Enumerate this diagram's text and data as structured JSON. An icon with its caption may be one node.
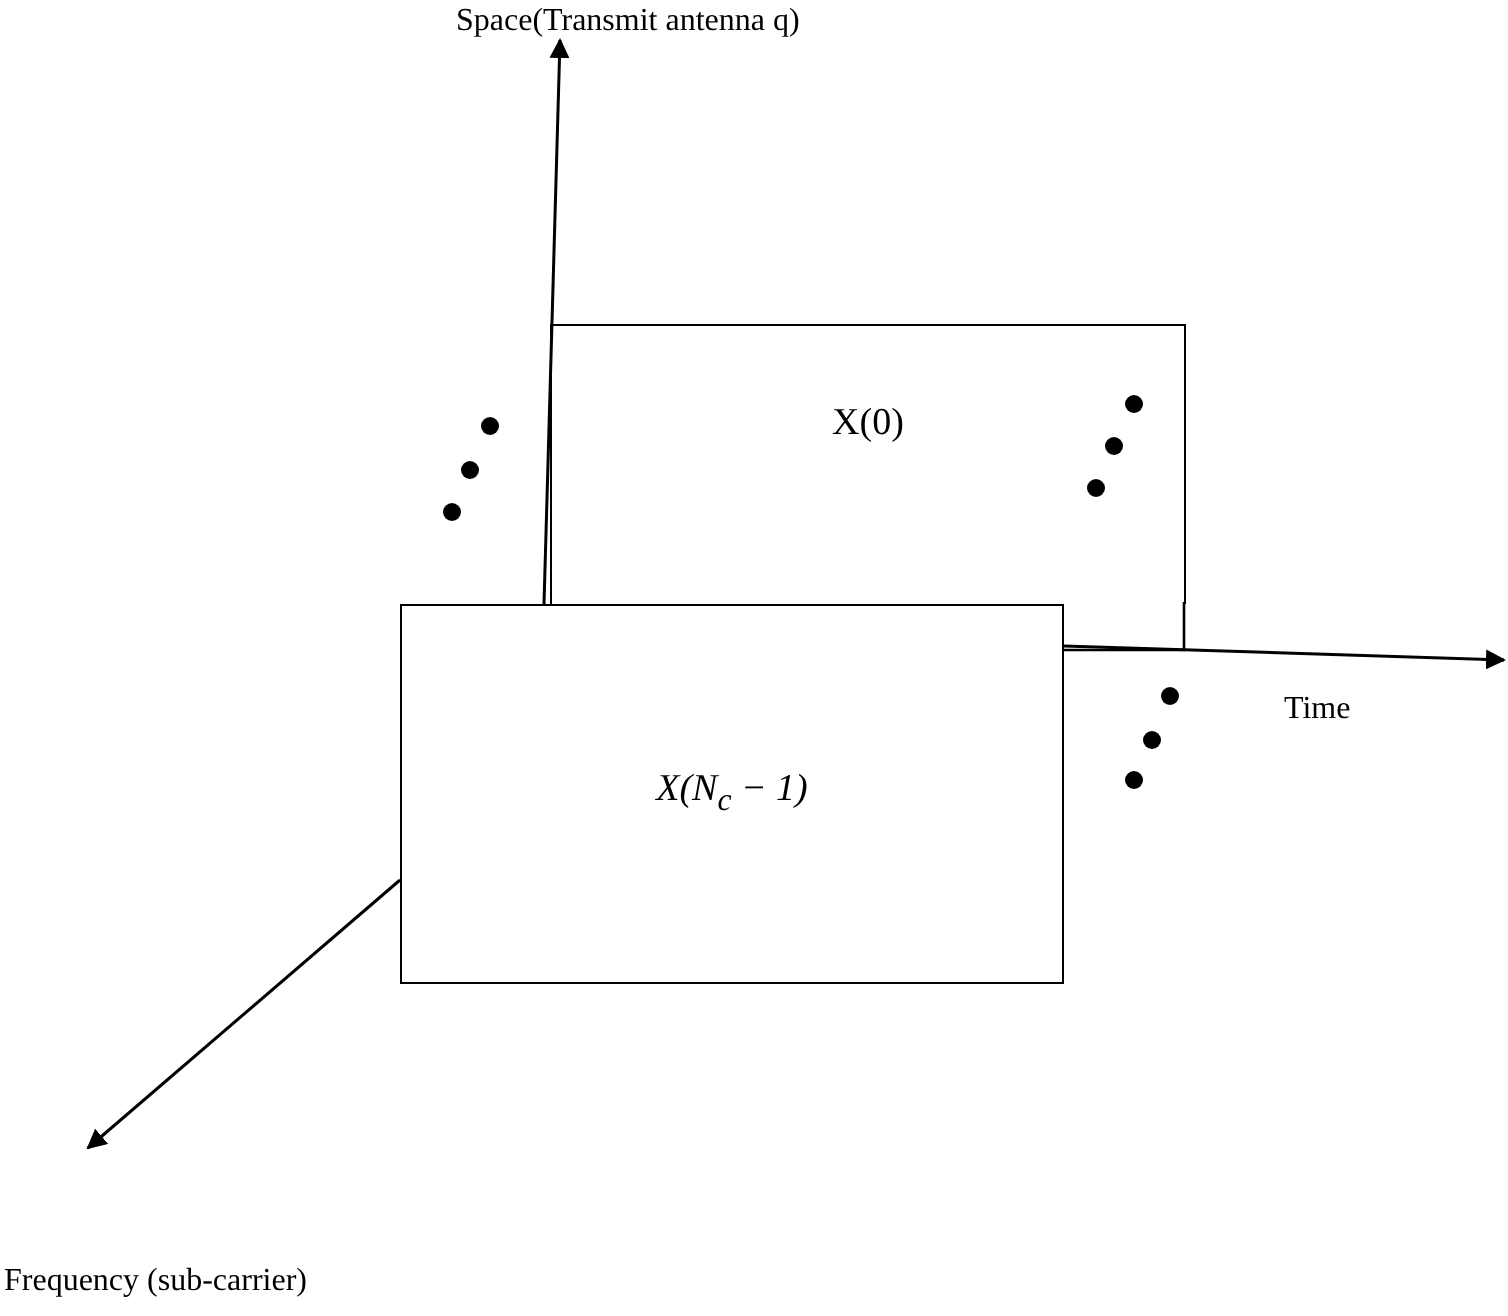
{
  "diagram": {
    "nodes": [
      {
        "text": [
          "X(0)"
        ]
      },
      {
        "text": [
          "X(N$_{c}$ − 1)"
        ]
      }
    ],
    "edges": [],
    "labels": [
      "Space(Transmit antenna q)",
      "Time",
      "Frequency (sub-carrier)"
    ]
  }
}
